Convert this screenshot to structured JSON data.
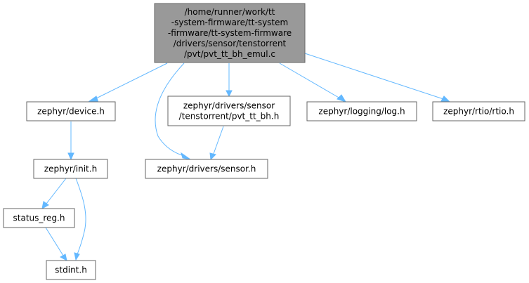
{
  "diagram": {
    "root": {
      "lines": [
        "/home/runner/work/tt",
        "-system-firmware/tt-system",
        "-firmware/tt-system-firmware",
        "/drivers/sensor/tenstorrent",
        "/pvt/pvt_tt_bh_emul.c"
      ]
    },
    "nodes": [
      {
        "id": "device",
        "lines": [
          "zephyr/device.h"
        ]
      },
      {
        "id": "pvt_tt_bh",
        "lines": [
          "zephyr/drivers/sensor",
          "/tenstorrent/pvt_tt_bh.h"
        ]
      },
      {
        "id": "log",
        "lines": [
          "zephyr/logging/log.h"
        ]
      },
      {
        "id": "rtio",
        "lines": [
          "zephyr/rtio/rtio.h"
        ]
      },
      {
        "id": "init",
        "lines": [
          "zephyr/init.h"
        ]
      },
      {
        "id": "sensor",
        "lines": [
          "zephyr/drivers/sensor.h"
        ]
      },
      {
        "id": "status_reg",
        "lines": [
          "status_reg.h"
        ]
      },
      {
        "id": "stdint",
        "lines": [
          "stdint.h"
        ]
      }
    ],
    "edges": [
      [
        "root",
        "device"
      ],
      [
        "root",
        "sensor"
      ],
      [
        "root",
        "pvt_tt_bh"
      ],
      [
        "root",
        "log"
      ],
      [
        "root",
        "rtio"
      ],
      [
        "device",
        "init"
      ],
      [
        "pvt_tt_bh",
        "sensor"
      ],
      [
        "init",
        "status_reg"
      ],
      [
        "init",
        "stdint"
      ],
      [
        "status_reg",
        "stdint"
      ]
    ],
    "colors": {
      "root_fill": "#999999",
      "node_fill": "#ffffff",
      "node_border": "#666666",
      "edge": "#63b8ff",
      "text": "#000000"
    }
  }
}
